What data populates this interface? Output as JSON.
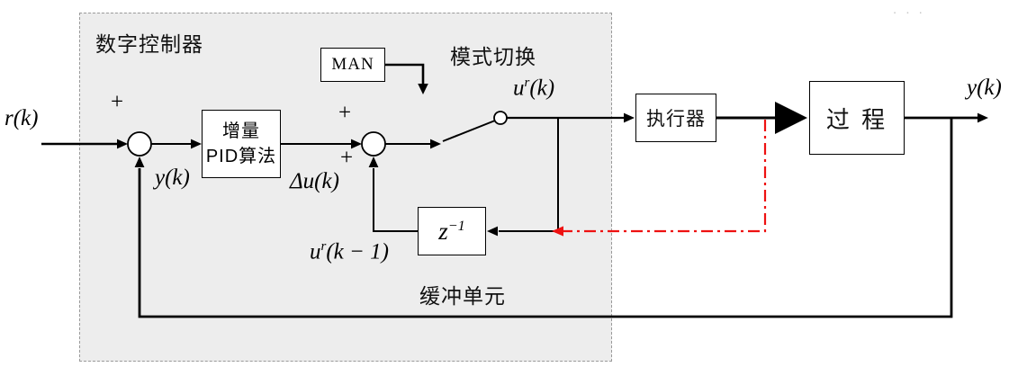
{
  "panel": {
    "label": "数字控制器"
  },
  "captions": {
    "mode_switch": "模式切换",
    "buffer_unit": "缓冲单元"
  },
  "blocks": {
    "pid_line1": "增量",
    "pid_line2": "PID算法",
    "man": "MAN",
    "actuator": "执行器",
    "process": "过 程"
  },
  "signals": {
    "input": "r(k)",
    "feedback": "y(k)",
    "output": "y(k)",
    "delta_u": "Δu(k)",
    "plus_junction1": "+",
    "plus_junction2_top": "+",
    "plus_junction2_bottom": "+"
  },
  "math": {
    "ur_k": {
      "base": "u",
      "sup": "r",
      "rest": "(k)"
    },
    "ur_k_minus1": {
      "base": "u",
      "sup": "r",
      "rest": "(k − 1)"
    },
    "delay": {
      "base": "z",
      "sup": "−1"
    }
  },
  "artifact": ". . .",
  "colors": {
    "line": "#000000",
    "highlight": "#ee1111",
    "panel_fill": "#ededed",
    "panel_border": "#9a9a9a"
  }
}
